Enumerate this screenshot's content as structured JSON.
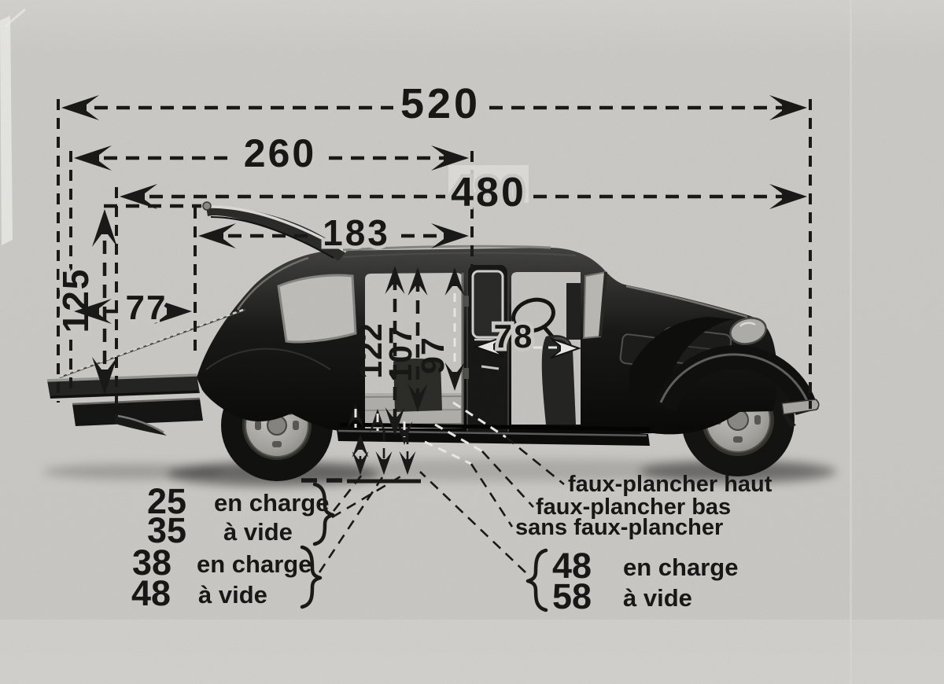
{
  "dimensions": {
    "overall_length": "520",
    "rear_overhang": "260",
    "body_length": "480",
    "roof_opening": "183",
    "tailgate_height": "125",
    "platform_extension": "77",
    "interior_height_max": "122",
    "interior_height_mid": "107",
    "interior_height_min": "97",
    "door_opening_width": "78"
  },
  "floor_labels": {
    "haut": "faux-plancher haut",
    "bas": "faux-plancher bas",
    "sans": "sans faux-plancher"
  },
  "load_heights": {
    "note1": {
      "charge_value": "25",
      "charge_text": "en charge",
      "vide_value": "35",
      "vide_text": "à vide"
    },
    "note2": {
      "charge_value": "38",
      "charge_text": "en charge",
      "vide_value": "48",
      "vide_text": "à vide"
    },
    "note3": {
      "charge_value": "48",
      "charge_text": "en charge",
      "vide_value": "58",
      "vide_text": "à vide"
    }
  },
  "colors": {
    "ink": "#1b1b1a",
    "white_ink": "#f2f1ed",
    "paper": "#d2d1cd"
  }
}
